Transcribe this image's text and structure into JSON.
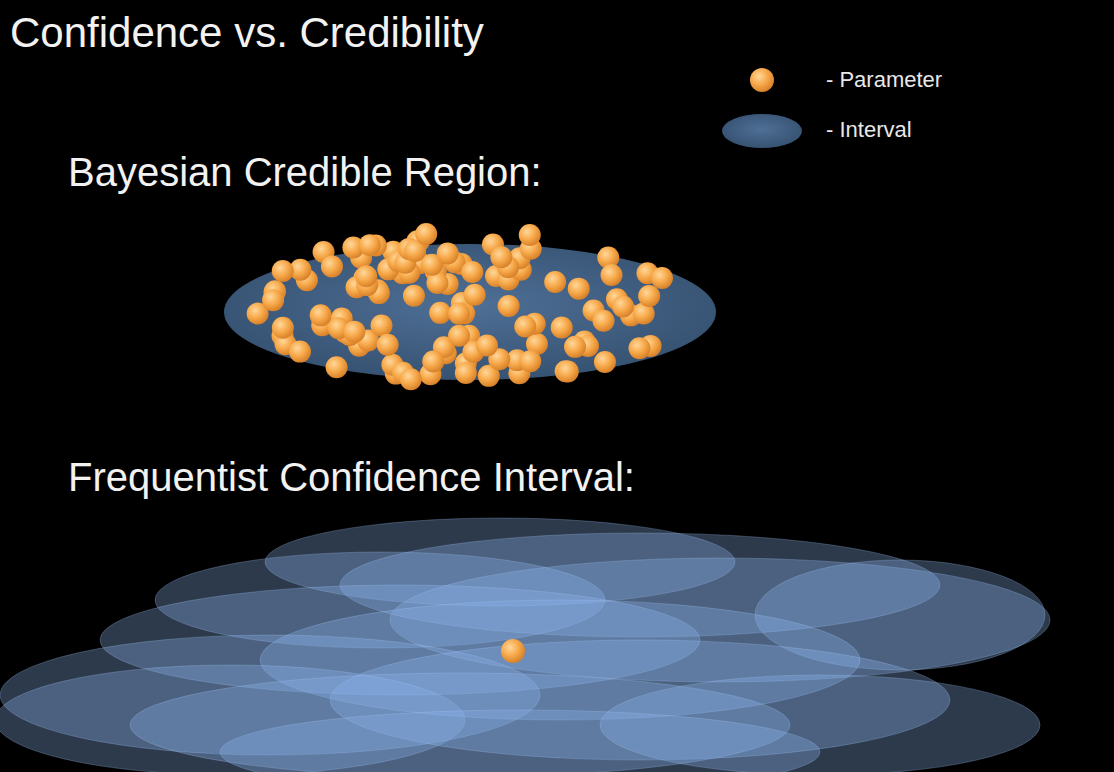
{
  "diagram": {
    "title": "Confidence vs. Credibility",
    "labels": [
      "Bayesian Credible Region:",
      "Frequentist Confidence Interval:"
    ],
    "legend": [
      {
        "text": "- Parameter"
      },
      {
        "text": "- Interval"
      }
    ]
  }
}
